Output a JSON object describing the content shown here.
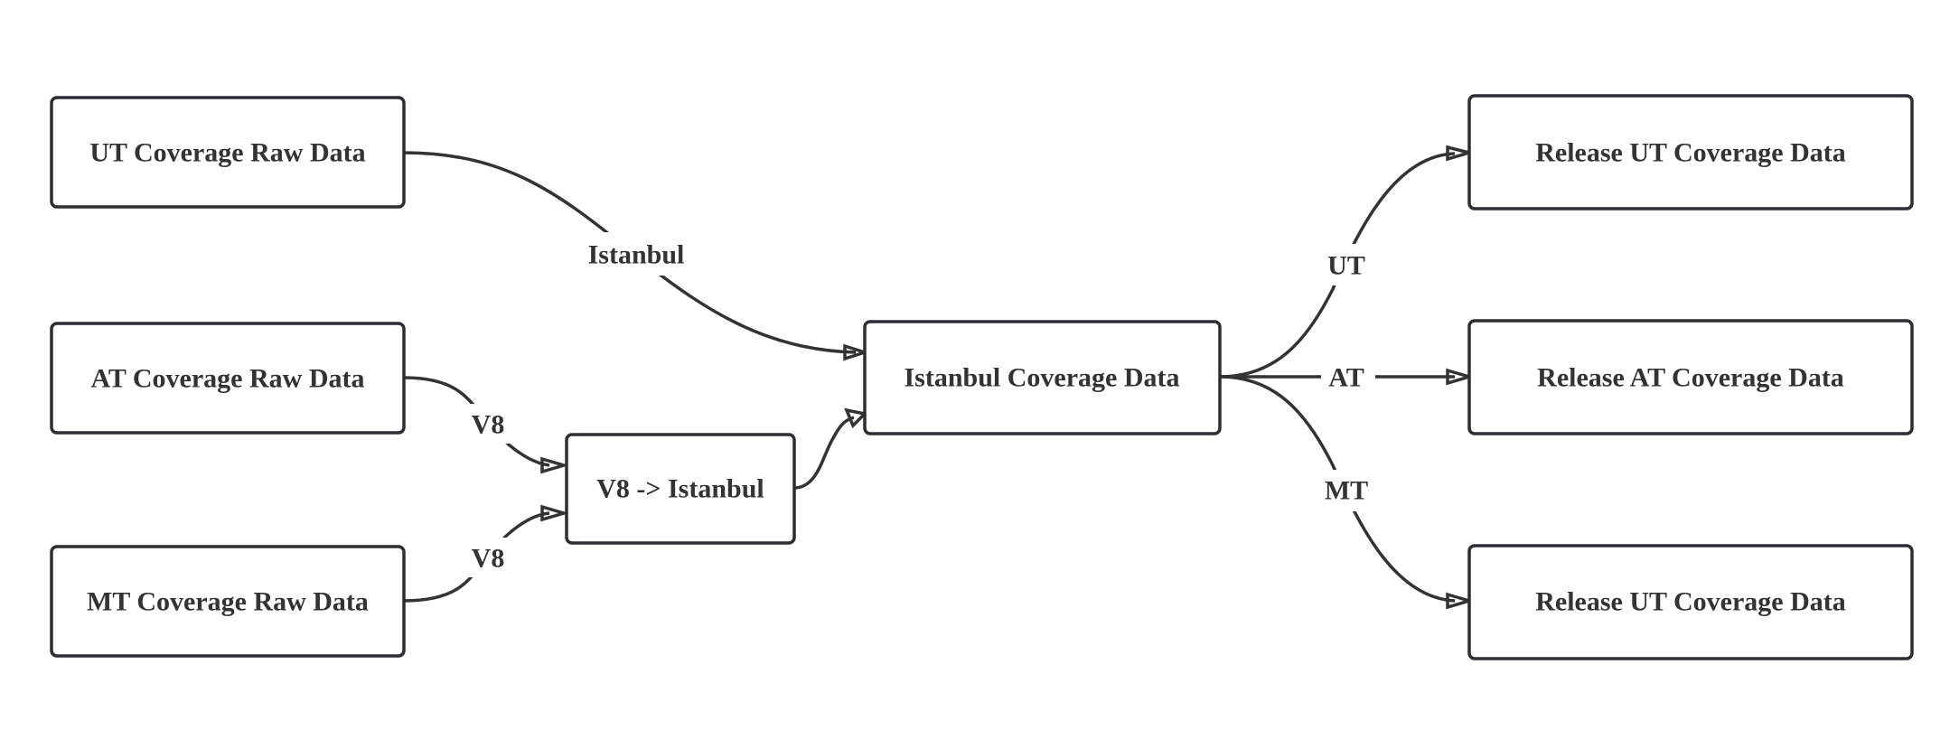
{
  "nodes": {
    "ut_raw": "UT Coverage Raw Data",
    "at_raw": "AT Coverage Raw Data",
    "mt_raw": "MT Coverage Raw Data",
    "v8_converter": "V8 -> Istanbul",
    "istanbul_data": "Istanbul Coverage Data",
    "release_ut_top": "Release UT Coverage Data",
    "release_at": "Release AT Coverage Data",
    "release_ut_bottom": "Release UT Coverage Data"
  },
  "edges": {
    "ut_raw_to_istanbul": "Istanbul",
    "at_raw_to_v8": "V8",
    "mt_raw_to_v8": "V8",
    "v8_to_istanbul": "",
    "istanbul_to_release_ut": "UT",
    "istanbul_to_release_at": "AT",
    "istanbul_to_release_mt": "MT"
  },
  "colors": {
    "stroke": "#2b2f33",
    "text": "#333333",
    "background": "#ffffff"
  }
}
